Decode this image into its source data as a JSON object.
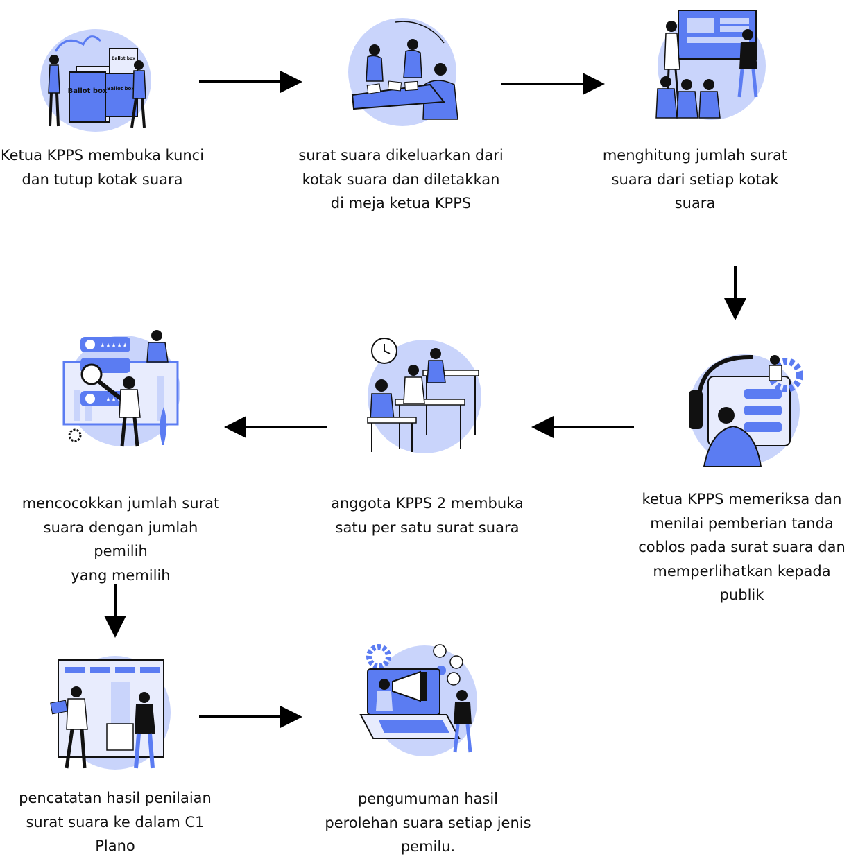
{
  "steps": [
    {
      "caption": "Ketua KPPS membuka kunci\ndan tutup kotak suara",
      "illustration": "ballot-box-illustration",
      "box_labels": [
        "Ballot box",
        "Ballot box",
        "Ballot box"
      ]
    },
    {
      "caption": "surat suara dikeluarkan dari\nkotak suara dan diletakkan\ndi meja ketua KPPS",
      "illustration": "table-meeting-illustration"
    },
    {
      "caption": "menghitung jumlah surat\nsuara dari setiap kotak suara",
      "illustration": "presentation-board-illustration"
    },
    {
      "caption": "ketua KPPS memeriksa dan\nmenilai pemberian tanda\ncoblos pada surat suara dan\nmemperlihatkan kepada\npublik",
      "illustration": "headset-monitor-illustration"
    },
    {
      "caption": "anggota KPPS 2 membuka\nsatu per satu surat suara",
      "illustration": "office-clock-illustration"
    },
    {
      "caption": "mencocokkan jumlah surat\nsuara dengan jumlah pemilih\nyang memilih",
      "illustration": "magnifier-ratings-illustration"
    },
    {
      "caption": "pencatatan hasil penilaian\nsurat suara ke dalam C1\nPlano",
      "illustration": "schedule-board-illustration"
    },
    {
      "caption": "pengumuman hasil\nperolehan suara setiap jenis\npemilu.",
      "illustration": "megaphone-laptop-illustration"
    }
  ],
  "colors": {
    "accent": "#5b7cf2",
    "accent_light": "#c9d4fb",
    "dark": "#111111",
    "arrow": "#000000"
  }
}
